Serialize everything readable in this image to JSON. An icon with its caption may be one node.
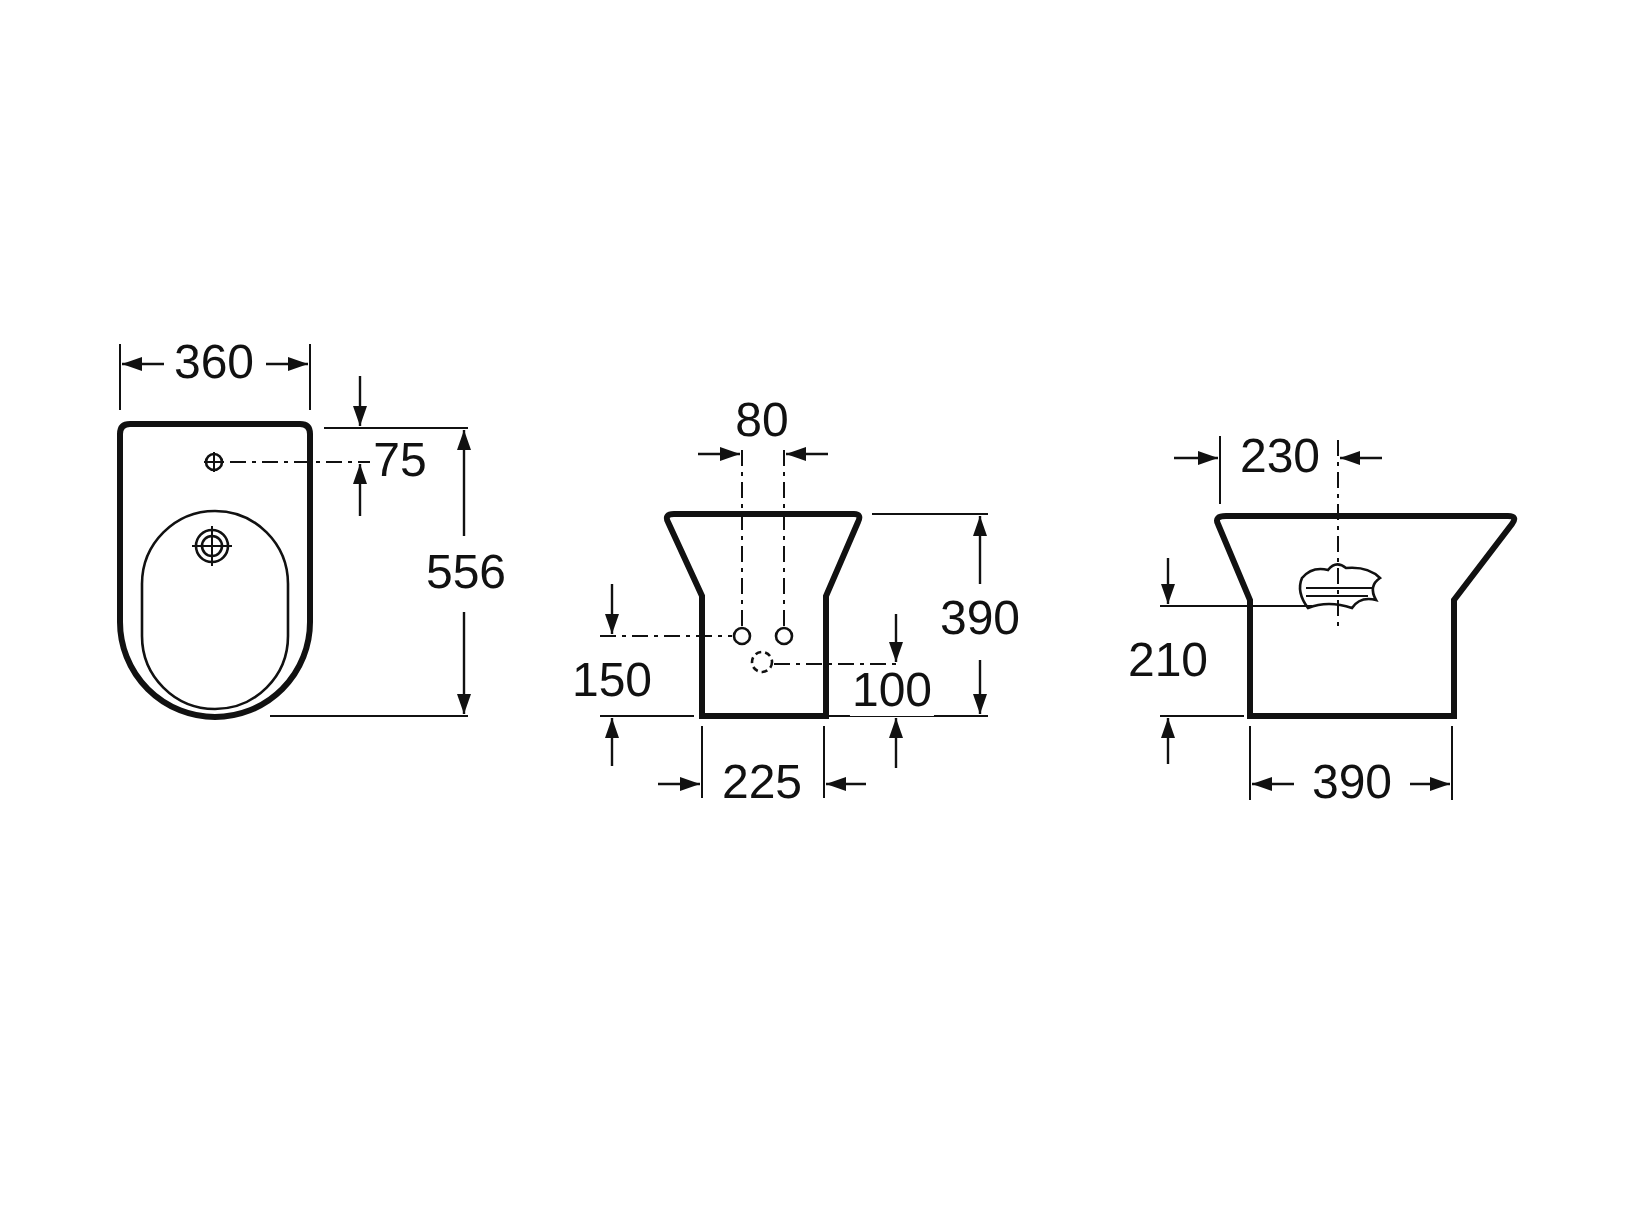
{
  "diagram": {
    "labels": [
      "360",
      "75",
      "556",
      "80",
      "390",
      "150",
      "100",
      "225",
      "230",
      "210",
      "390"
    ]
  }
}
